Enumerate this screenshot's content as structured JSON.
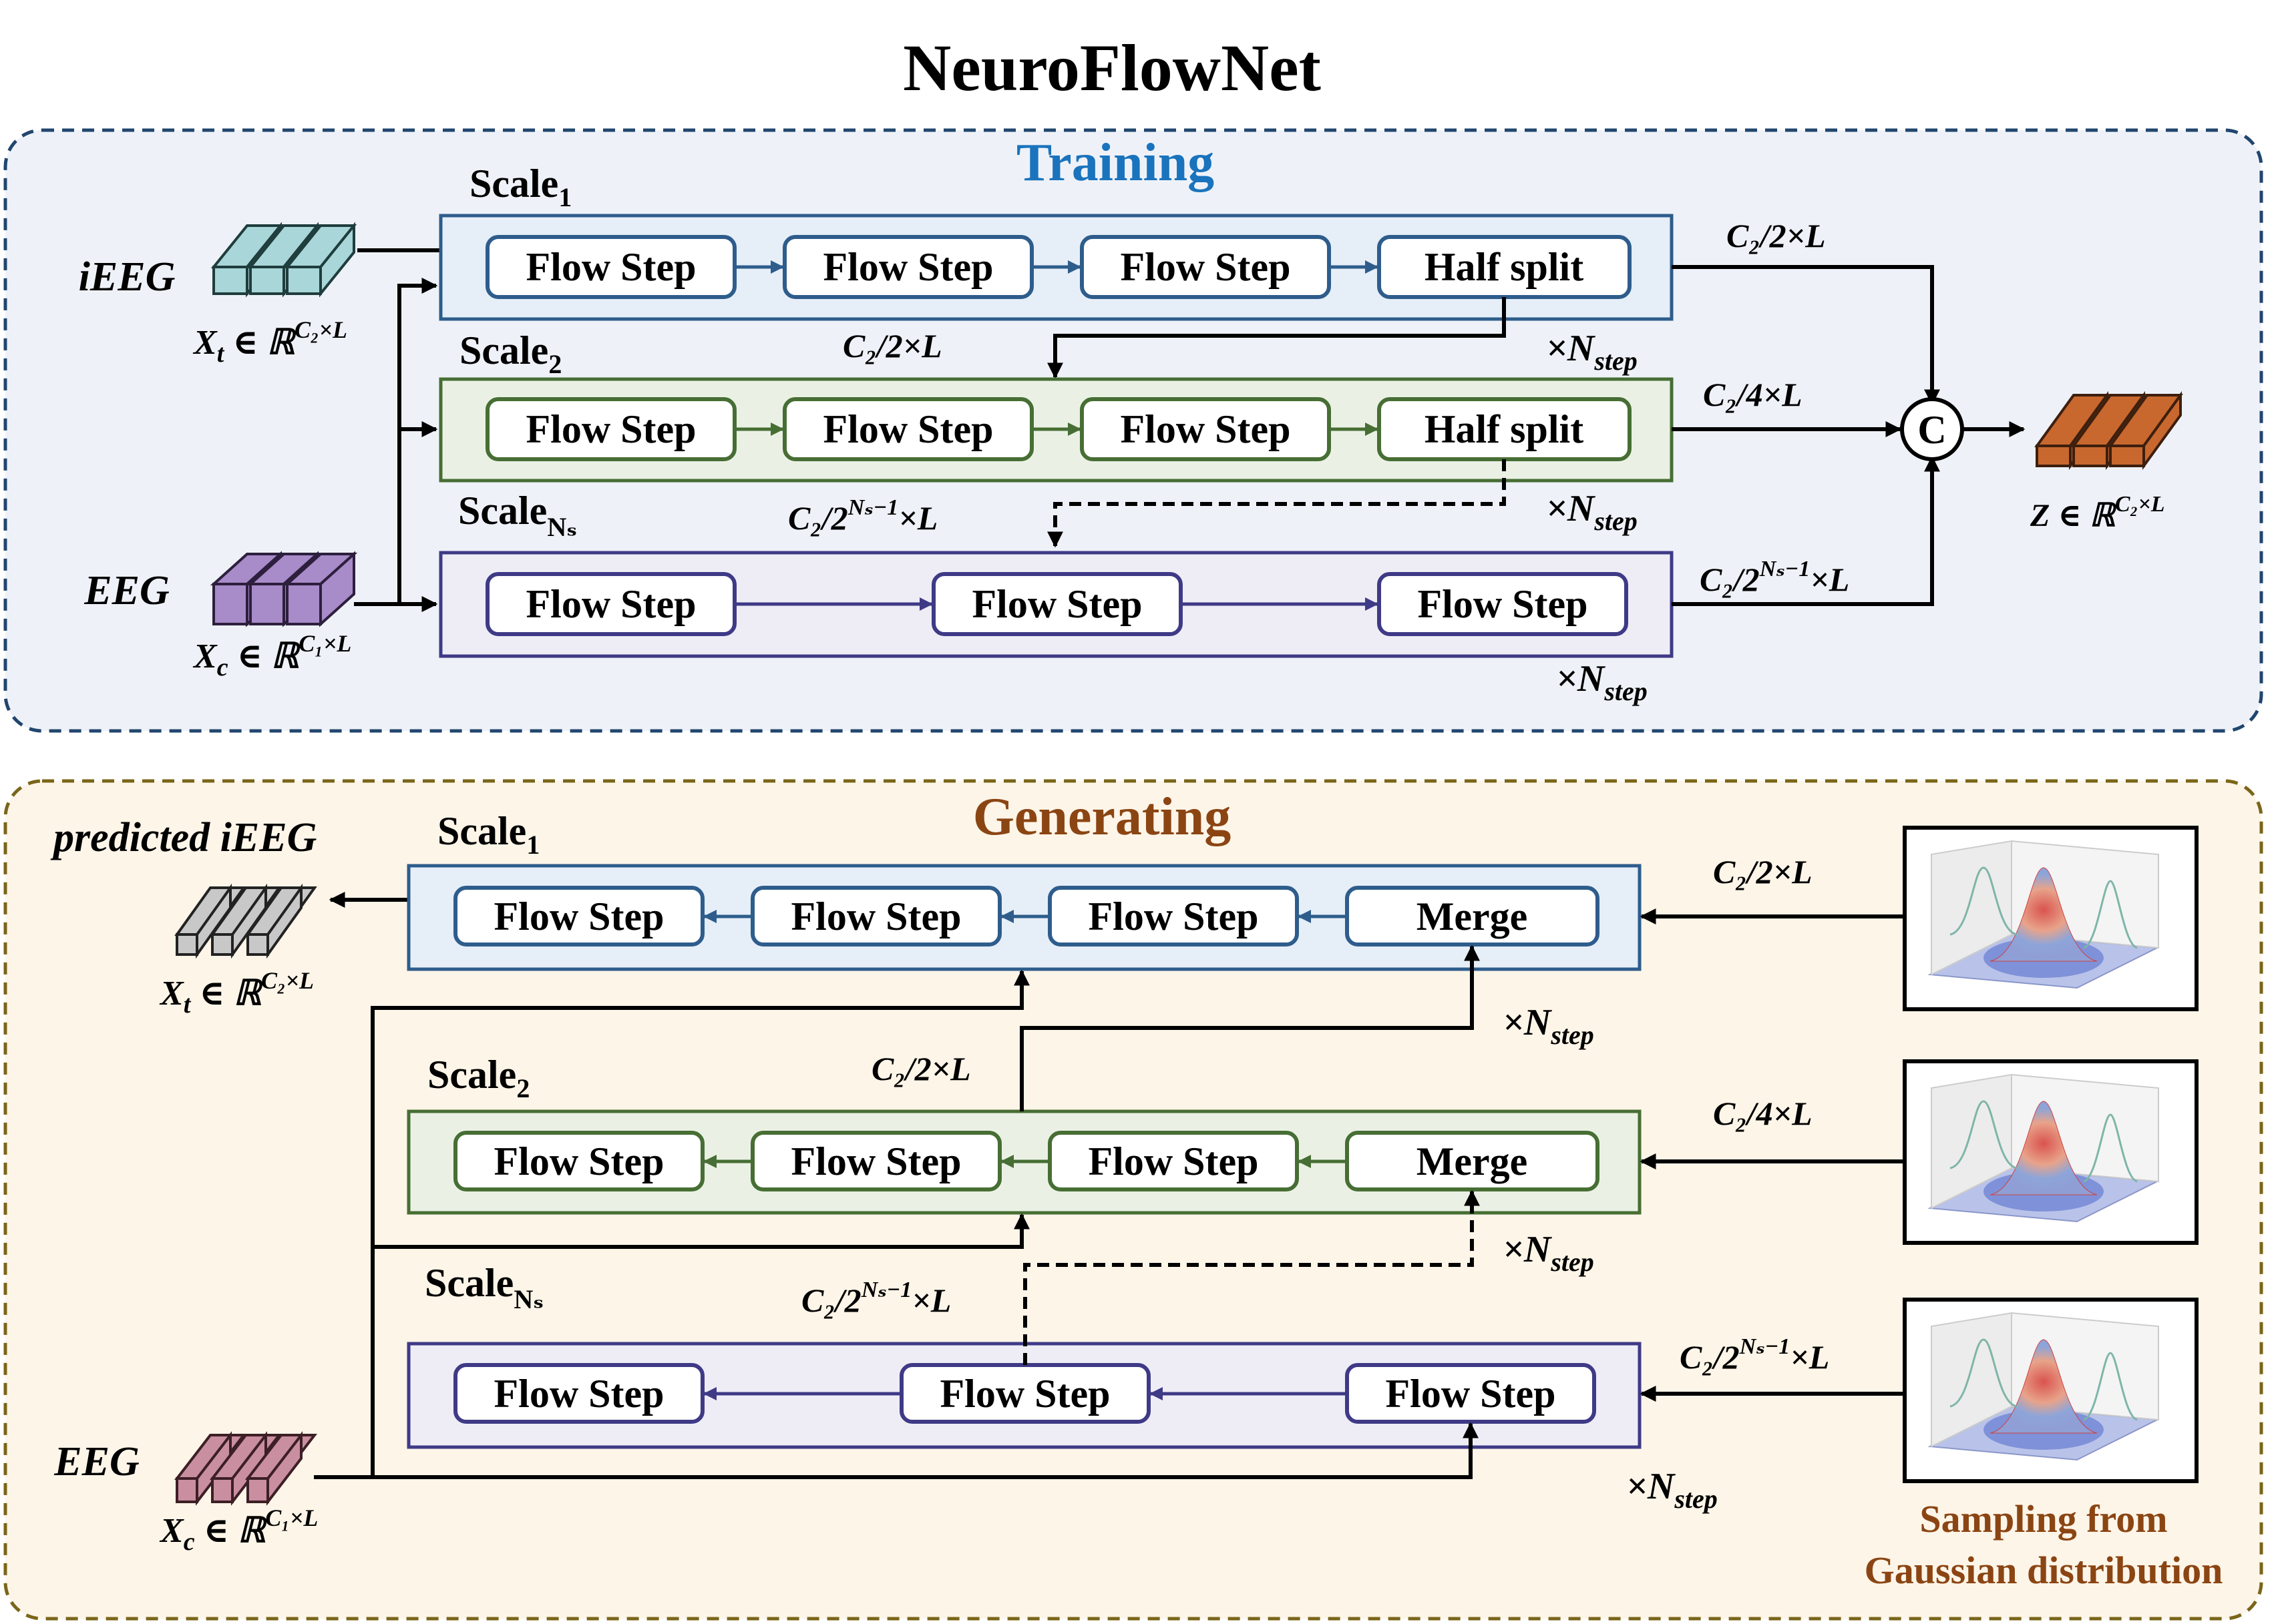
{
  "title": "NeuroFlowNet",
  "sections": {
    "training": {
      "heading": "Training",
      "color": "#1a73bd",
      "inputs": {
        "ieeg_label": "iEEG",
        "ieeg_math": "X",
        "ieeg_sub": "t",
        "ieeg_sup": "C₂×L",
        "eeg_label": "EEG",
        "eeg_math": "X",
        "eeg_sub": "c",
        "eeg_sup": "C₁×L"
      },
      "scales": [
        {
          "label": "Scale",
          "sub": "1",
          "blocks": [
            "Flow Step",
            "Flow Step",
            "Flow Step",
            "Half split"
          ],
          "out_label": "C₂/2×L",
          "repeat": "×N",
          "repeat_sub": "step"
        },
        {
          "label": "Scale",
          "sub": "2",
          "blocks": [
            "Flow Step",
            "Flow Step",
            "Flow Step",
            "Half split"
          ],
          "out_label": "C₂/4×L",
          "repeat": "×N",
          "repeat_sub": "step"
        },
        {
          "label": "Scale",
          "sub": "Nₛ",
          "blocks": [
            "Flow Step",
            "Flow Step",
            "Flow Step"
          ],
          "out_label": "C₂/2",
          "out_sup": "Nₛ−1",
          "out_tail": "×L",
          "repeat": "×N",
          "repeat_sub": "step"
        }
      ],
      "between_labels": [
        "C₂/2×L",
        "C₂/2",
        "Nₛ−1",
        "×L"
      ],
      "concat_symbol": "C",
      "output_math": "Z ∈ ℝ",
      "output_sup": "C₂×L"
    },
    "generating": {
      "heading": "Generating",
      "color": "#8b4513",
      "output_label": "predicted iEEG",
      "output_math": "X",
      "output_sub": "t",
      "output_sup": "C₂×L",
      "eeg_label": "EEG",
      "eeg_math": "X",
      "eeg_sub": "c",
      "eeg_sup": "C₁×L",
      "scales": [
        {
          "label": "Scale",
          "sub": "1",
          "blocks": [
            "Flow Step",
            "Flow Step",
            "Flow Step",
            "Merge"
          ],
          "in_label": "C₂/2×L",
          "repeat": "×N",
          "repeat_sub": "step"
        },
        {
          "label": "Scale",
          "sub": "2",
          "blocks": [
            "Flow Step",
            "Flow Step",
            "Flow Step",
            "Merge"
          ],
          "in_label": "C₂/4×L",
          "repeat": "×N",
          "repeat_sub": "step"
        },
        {
          "label": "Scale",
          "sub": "Nₛ",
          "blocks": [
            "Flow Step",
            "Flow Step",
            "Flow Step"
          ],
          "in_label": "C₂/2",
          "in_sup": "Nₛ−1",
          "in_tail": "×L",
          "repeat": "×N",
          "repeat_sub": "step"
        }
      ],
      "between_labels": [
        "C₂/2×L",
        "C₂/2",
        "Nₛ−1",
        "×L"
      ],
      "sampling_caption": [
        "Sampling from",
        "Gaussian distribution"
      ]
    }
  },
  "colors": {
    "scale1": "#2e5d8c",
    "scale2": "#476e34",
    "scaleN": "#3f3a86",
    "ieeg_tensor": "#a9d6d8",
    "eeg_tensor": "#a88bc9",
    "z_tensor": "#c8682e",
    "pred_tensor": "#c8c8c8",
    "eeg_gen_tensor": "#c98fa0"
  }
}
